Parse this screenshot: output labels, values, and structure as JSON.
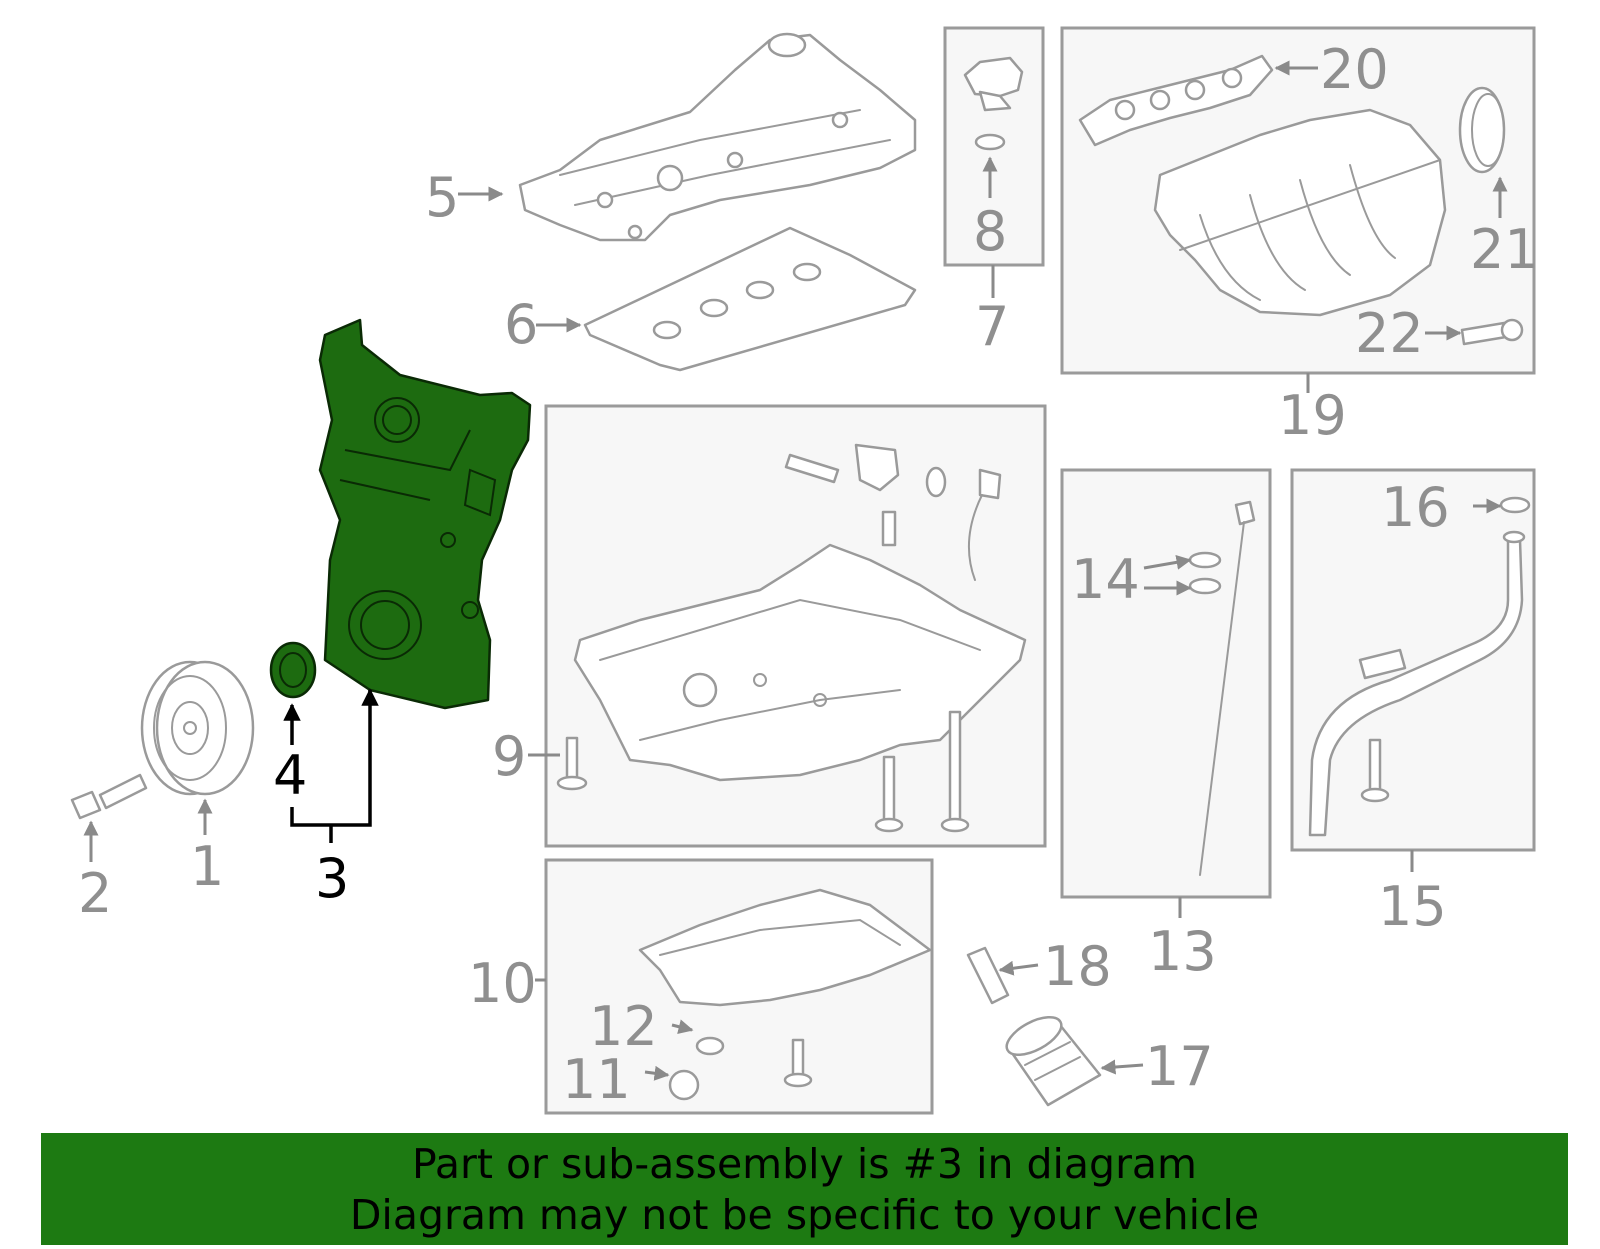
{
  "callouts": {
    "c1": "1",
    "c2": "2",
    "c3": "3",
    "c4": "4",
    "c5": "5",
    "c6": "6",
    "c7": "7",
    "c8": "8",
    "c9": "9",
    "c10": "10",
    "c11": "11",
    "c12": "12",
    "c13": "13",
    "c14": "14",
    "c15": "15",
    "c16": "16",
    "c17": "17",
    "c18": "18",
    "c19": "19",
    "c20": "20",
    "c21": "21",
    "c22": "22"
  },
  "highlight_color": "#1d7a12",
  "banner": {
    "line1": "Part or sub-assembly is #3 in diagram",
    "line2": "Diagram may not be specific to your vehicle"
  }
}
